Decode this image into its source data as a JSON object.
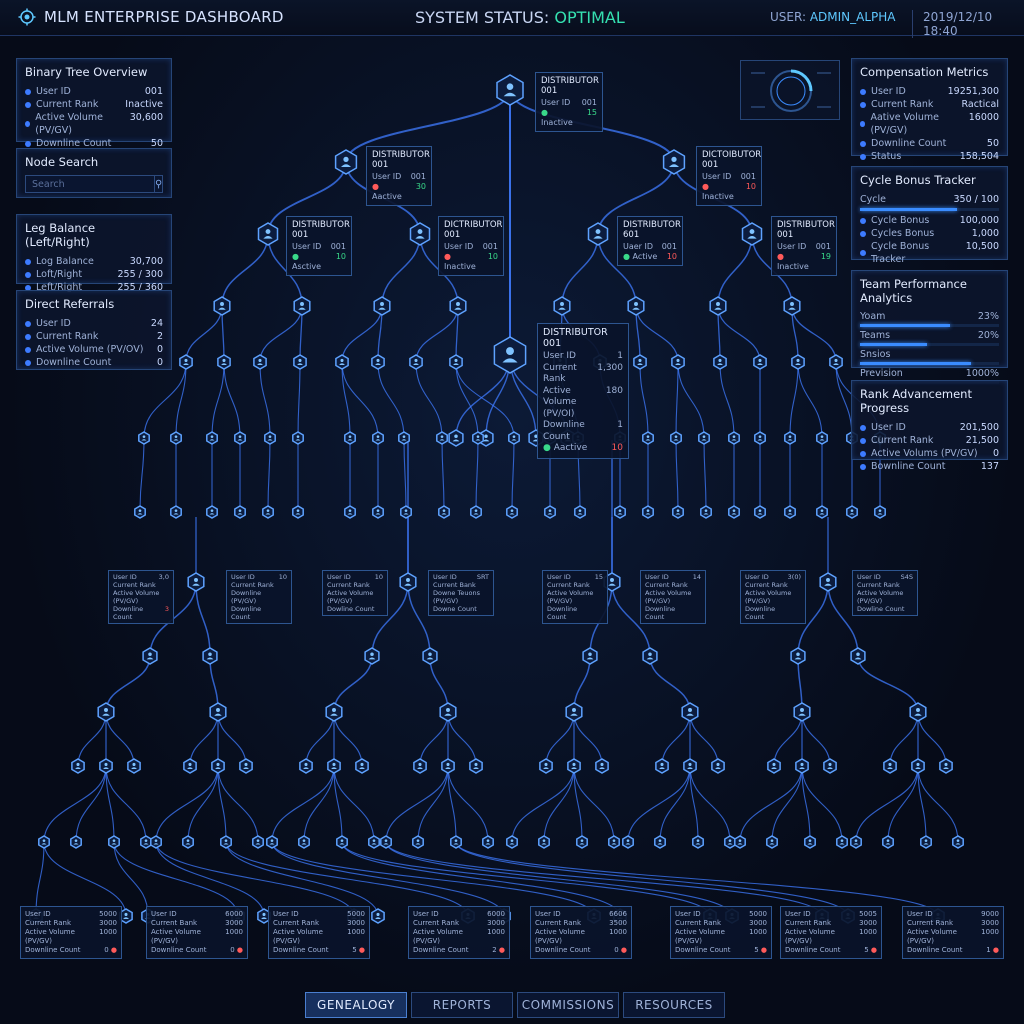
{
  "header": {
    "title": "MLM ENTERPRISE DASHBOARD",
    "status_label": "SYSTEM STATUS: ",
    "status_value": "OPTIMAL",
    "user_label": "USER: ",
    "user_name": "ADMIN_ALPHA",
    "datetime": "2019/12/10 18:40"
  },
  "binary_tree": {
    "title": "Binary Tree Overview",
    "rows": [
      {
        "k": "User ID",
        "v": "001"
      },
      {
        "k": "Current Rank",
        "v": "Inactive"
      },
      {
        "k": "Active Volume (PV/GV)",
        "v": "30,600"
      },
      {
        "k": "Downline Count",
        "v": "50"
      }
    ]
  },
  "node_search": {
    "title": "Node Search",
    "placeholder": "Search"
  },
  "leg_balance": {
    "title": "Leg Balance (Left/Right)",
    "rows": [
      {
        "k": "Log Balance",
        "v": "30,700"
      },
      {
        "k": "Loft/Right",
        "v": "255 / 300"
      },
      {
        "k": "Left/Right",
        "v": "255 / 360"
      }
    ]
  },
  "direct_referrals": {
    "title": "Direct Referrals",
    "rows": [
      {
        "k": "User ID",
        "v": "24"
      },
      {
        "k": "Current Rank",
        "v": "2"
      },
      {
        "k": "Active Volume (PV/OV)",
        "v": "0"
      },
      {
        "k": "Downline Count",
        "v": "0"
      }
    ]
  },
  "compensation": {
    "title": "Compensation Metrics",
    "rows": [
      {
        "k": "User ID",
        "v": "19251,300"
      },
      {
        "k": "Current Rank",
        "v": "Ractical"
      },
      {
        "k": "Aative Volume (PV/GV)",
        "v": "16000"
      },
      {
        "k": "Downline Count",
        "v": "50"
      },
      {
        "k": "Status",
        "v": "158,504"
      }
    ]
  },
  "cycle_bonus": {
    "title": "Cycle Bonus Tracker",
    "cycle_label": "Cycle",
    "cycle_value": "350 / 100",
    "cycle_progress": 0.7,
    "rows": [
      {
        "k": "Cycle Bonus",
        "v": "100,000"
      },
      {
        "k": "Cycles Bonus",
        "v": "1,000"
      },
      {
        "k": "Cycle Bonus Tracker",
        "v": "10,500"
      }
    ]
  },
  "team_performance": {
    "title": "Team Performance Analytics",
    "bars": [
      {
        "k": "Yoam",
        "v": "23%",
        "pct": 0.65
      },
      {
        "k": "Teams",
        "v": "20%",
        "pct": 0.48
      },
      {
        "k": "Snsios",
        "v": "",
        "pct": 0.8
      },
      {
        "k": "Prevision",
        "v": "1000%",
        "pct": 0.0
      }
    ]
  },
  "rank_progress": {
    "title": "Rank Advancement Progress",
    "rows": [
      {
        "k": "User ID",
        "v": "201,500"
      },
      {
        "k": "Current Rank",
        "v": "21,500"
      },
      {
        "k": "Active Volums (PV/GV)",
        "v": "0"
      },
      {
        "k": "Bownline Count",
        "v": "137"
      }
    ]
  },
  "tree_cards": {
    "root": {
      "title": "DISTRIBUTOR 001",
      "r1k": "User ID",
      "r1v": "001",
      "r2k": "Inactive",
      "r2v": "15"
    },
    "l1": {
      "title": "DISTRIBUTOR 001",
      "r1k": "User ID",
      "r1v": "001",
      "r2k": "Aactive",
      "r2v": "30"
    },
    "r1": {
      "title": "DICTOIBUTOR 001",
      "r1k": "User ID",
      "r1v": "001",
      "r2k": "Inactive",
      "r2v": "10"
    },
    "l2a": {
      "title": "DISTRIBUTOR 001",
      "r1k": "User ID",
      "r1v": "001",
      "r2k": "Asctive",
      "r2v": "10"
    },
    "l2b": {
      "title": "DICTRIBUTOR 001",
      "r1k": "User ID",
      "r1v": "001",
      "r2k": "Inactive",
      "r2v": "10"
    },
    "r2a": {
      "title": "DISTRIBUTOR 601",
      "r1k": "Uaer ID",
      "r1v": "001",
      "r2k": "Active",
      "r2v": "10"
    },
    "r2b": {
      "title": "DISTRIBUTOR 001",
      "r1k": "User ID",
      "r1v": "001",
      "r2k": "Inactive",
      "r2v": "19"
    },
    "center": {
      "title": "DISTRIBUTOR 001",
      "rows": [
        {
          "k": "User ID",
          "v": "1"
        },
        {
          "k": "Current Rank",
          "v": "1,300"
        },
        {
          "k": "Active Volume",
          "v": "180"
        },
        {
          "k": "(PV/OI)",
          "v": ""
        },
        {
          "k": "Downline Count",
          "v": "1"
        }
      ],
      "status": "Aactive",
      "status_v": "10"
    }
  },
  "mini_cards": [
    {
      "a": "User ID",
      "b": "Current Rank",
      "c": "Active Volume (PV/GV)",
      "d": "Downline Count",
      "va": "3,0",
      "vb": "",
      "vc": "",
      "vd": "3"
    },
    {
      "a": "User ID",
      "b": "Current Rank",
      "c": "Downline (PV/GV)",
      "d": "Downline Count",
      "va": "10",
      "vb": "",
      "vc": "",
      "vd": ""
    },
    {
      "a": "User ID",
      "b": "Current Rank",
      "c": "Active Volume (PV/GV)",
      "d": "Dowline Count",
      "va": "10",
      "vb": "",
      "vc": "",
      "vd": ""
    },
    {
      "a": "User ID",
      "b": "Current Bank",
      "c": "Downe Teuons (PV/GV)",
      "d": "Downe Count",
      "va": "SRT",
      "vb": "",
      "vc": "",
      "vd": ""
    },
    {
      "a": "User ID",
      "b": "Current Rank",
      "c": "Active Volume (PV/GV)",
      "d": "Downline Count",
      "va": "15",
      "vb": "",
      "vc": "",
      "vd": ""
    },
    {
      "a": "User ID",
      "b": "Current Rank",
      "c": "Active Volume (PV/GV)",
      "d": "Downline Count",
      "va": "14",
      "vb": "",
      "vc": "",
      "vd": ""
    },
    {
      "a": "User ID",
      "b": "Current Rank",
      "c": "Active Volume (PV/GV)",
      "d": "Downline Count",
      "va": "3(0)",
      "vb": "",
      "vc": "",
      "vd": ""
    },
    {
      "a": "User ID",
      "b": "Current Rank",
      "c": "Active Volume (PV/GV)",
      "d": "Dowline Count",
      "va": "S4S",
      "vb": "",
      "vc": "",
      "vd": ""
    }
  ],
  "bottom_cards": [
    {
      "a": "User ID",
      "b": "Current Rank",
      "c": "Active Volume (PV/GV)",
      "d": "Downline Count",
      "va": "5000",
      "vb": "3000",
      "vc": "1000",
      "vd": "0"
    },
    {
      "a": "User ID",
      "b": "Current Bank",
      "c": "Active Volume (PV/GV)",
      "d": "Downline Count",
      "va": "6000",
      "vb": "3000",
      "vc": "1000",
      "vd": "0"
    },
    {
      "a": "User ID",
      "b": "Current Rank",
      "c": "Active Volume (PV/GV)",
      "d": "Downline Count",
      "va": "5000",
      "vb": "3000",
      "vc": "1000",
      "vd": "5"
    },
    {
      "a": "User ID",
      "b": "Current Rank",
      "c": "Active Volume (PV/GV)",
      "d": "Downline Count",
      "va": "6000",
      "vb": "3000",
      "vc": "1000",
      "vd": "2"
    },
    {
      "a": "User ID",
      "b": "Current Rank",
      "c": "Active Volume (PV/GV)",
      "d": "Downline Count",
      "va": "6606",
      "vb": "3500",
      "vc": "1000",
      "vd": "0"
    },
    {
      "a": "User ID",
      "b": "Current Rank",
      "c": "Active Volume (PV/GV)",
      "d": "Downline Count",
      "va": "5000",
      "vb": "3000",
      "vc": "1000",
      "vd": "5"
    },
    {
      "a": "User ID",
      "b": "Current Rank",
      "c": "Active Volume (PV/GV)",
      "d": "Downline Count",
      "va": "5005",
      "vb": "3000",
      "vc": "1000",
      "vd": "5"
    },
    {
      "a": "User ID",
      "b": "Current Rank",
      "c": "Active Volume (PV/GV)",
      "d": "Downline Count",
      "va": "9000",
      "vb": "3000",
      "vc": "1000",
      "vd": "1"
    }
  ],
  "nav": {
    "genealogy": "GENEALOGY",
    "reports": "REPORTS",
    "commissions": "COMMISSIONS",
    "resources": "RESOURCES"
  },
  "colors": {
    "accent": "#3a8cff",
    "ok": "#35e0b0",
    "active": "#39d98a",
    "inactive": "#ff5a5a",
    "background": "#060b18"
  }
}
